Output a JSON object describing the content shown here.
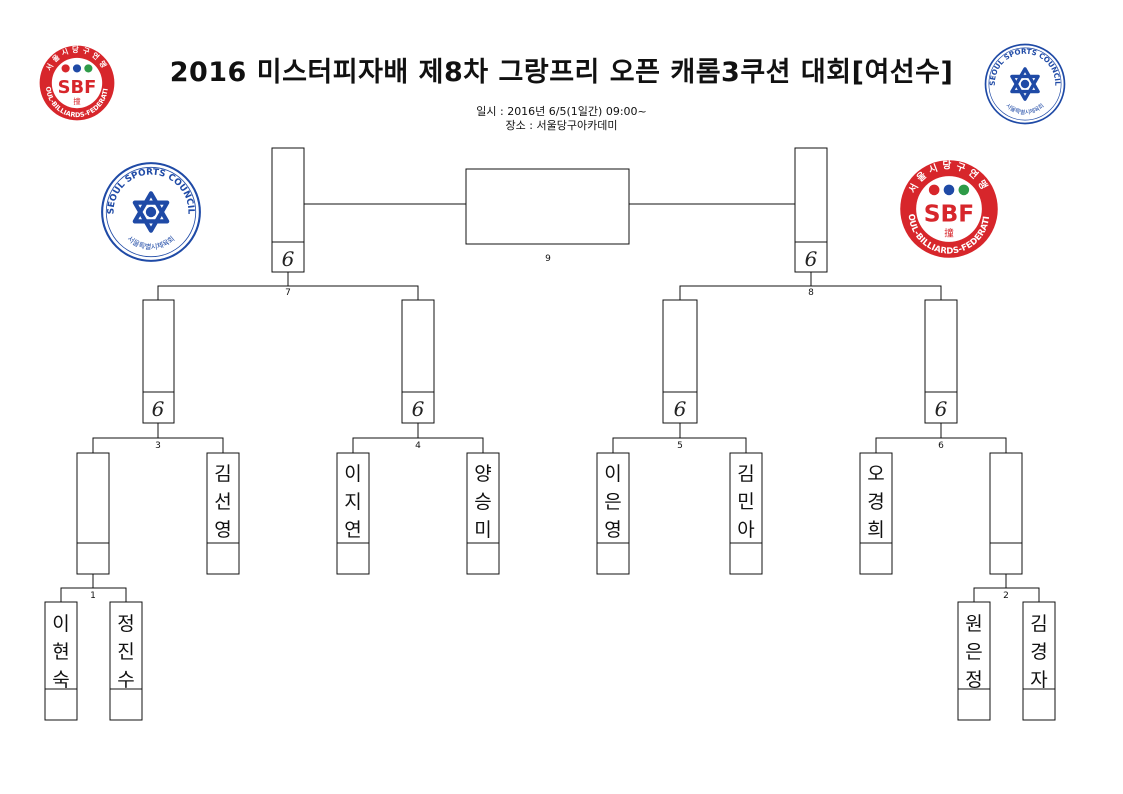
{
  "header": {
    "title": "2016 미스터피자배 제8차 그랑프리 오픈 캐롬3쿠션 대회[여선수]",
    "date": "일시 : 2016년 6/5(1일간) 09:00~",
    "venue": "장소 : 서울당구아카데미"
  },
  "logos": {
    "sbf_text": "SBF",
    "sbf_ring": "SEOUL-BILLIARDS-FEDERATION",
    "sbf_top": "서울시당구연맹",
    "sbf_char": "撞",
    "council_ring": "SEOUL SPORTS COUNCIL",
    "council_bottom": "서울특별시체육회"
  },
  "colors": {
    "sbf_red": "#d7262b",
    "sbf_blue": "#1f4aa6",
    "sbf_green": "#2e9b48",
    "council_blue": "#1f4aa6"
  },
  "bracket": {
    "score_mark": "6",
    "match_numbers": [
      "1",
      "2",
      "3",
      "4",
      "5",
      "6",
      "7",
      "8",
      "9"
    ],
    "players": {
      "m1_left": "이현숙",
      "m1_right": "정진수",
      "m2_left": "원은정",
      "m2_right": "김경자",
      "m3_right": "김선영",
      "m4_left": "이지연",
      "m4_right": "양승미",
      "m5_left": "이은영",
      "m5_right": "김민아",
      "m6_left": "오경희"
    }
  }
}
